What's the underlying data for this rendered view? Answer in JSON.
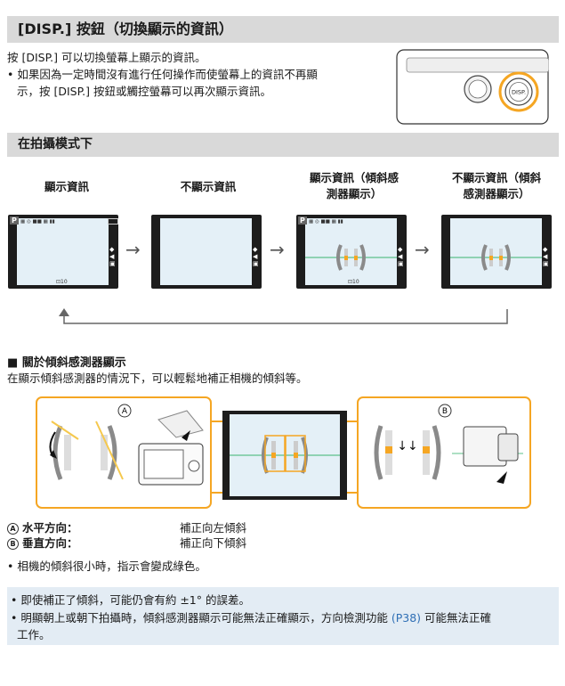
{
  "section1": {
    "title": "[DISP.] 按鈕（切換顯示的資訊）",
    "line1": "按 [DISP.] 可以切換螢幕上顯示的資訊。",
    "bullet1_a": "• 如果因為一定時間沒有進行任何操作而使螢幕上的資訊不再顯",
    "bullet1_b": "示，按 [DISP.] 按鈕或觸控螢幕可以再次顯示資訊。",
    "button_label": "DISP."
  },
  "section2": {
    "title": "在拍攝模式下",
    "columns": [
      {
        "label_a": "顯示資訊",
        "label_b": ""
      },
      {
        "label_a": "不顯示資訊",
        "label_b": ""
      },
      {
        "label_a": "顯示資訊（傾斜感",
        "label_b": "測器顯示）"
      },
      {
        "label_a": "不顯示資訊（傾斜",
        "label_b": "感測器顯示）"
      }
    ],
    "lcd_mode": "P",
    "lcd_count1": "⊡10",
    "lcd_count2": "⊡10"
  },
  "section3": {
    "title": "■ 關於傾斜感測器顯示",
    "desc": "在顯示傾斜感測器的情況下，可以輕鬆地補正相機的傾斜等。",
    "marker_a": "A",
    "marker_b": "B",
    "rows": [
      {
        "marker": "A",
        "label": "水平方向：",
        "value": "補正向左傾斜"
      },
      {
        "marker": "B",
        "label": "垂直方向：",
        "value": "補正向下傾斜"
      }
    ],
    "bullet": "• 相機的傾斜很小時，指示會變成綠色。"
  },
  "notes": {
    "n1": "• 即使補正了傾斜，可能仍會有約 ±1° 的誤差。",
    "n2_a": "• 明顯朝上或朝下拍攝時，傾斜感測器顯示可能無法正確顯示，方向檢測功能 ",
    "n2_link": "(P38)",
    "n2_b": " 可能無法正確",
    "n2_c": "工作。"
  },
  "colors": {
    "accent_orange": "#f5a623",
    "level_green": "#5cc08a",
    "link_blue": "#2f6fb5"
  }
}
